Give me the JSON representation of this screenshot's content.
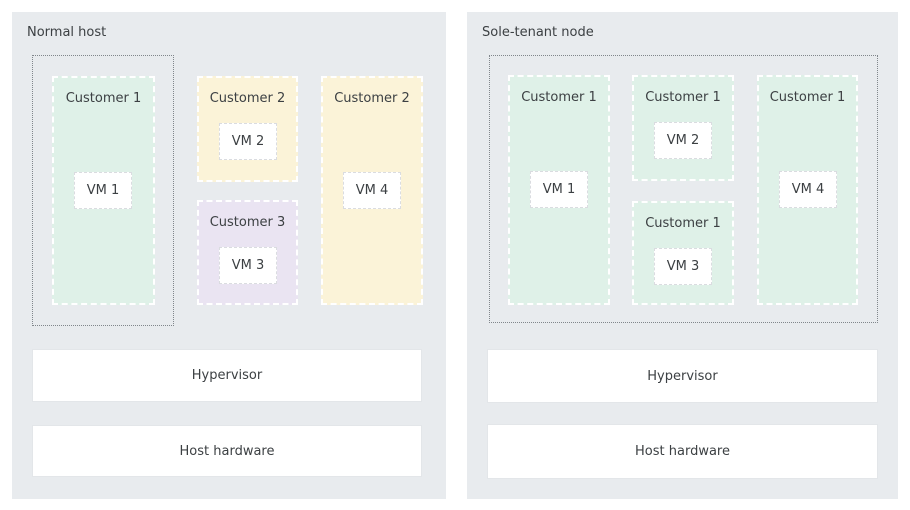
{
  "diagram": {
    "colors": {
      "panel_bg": "#E8EBEE",
      "customer_green": "#DFF1E8",
      "customer_yellow": "#FBF3D8",
      "customer_purple": "#EAE4F2",
      "vm_bg": "#FFFFFF",
      "dotted_border": "#80868B",
      "text": "#3C4043"
    },
    "panels": [
      {
        "title": "Normal host",
        "customers": [
          {
            "label": "Customer 1",
            "tenant_color": "green",
            "vms": [
              "VM 1"
            ]
          },
          {
            "label": "Customer 2",
            "tenant_color": "yellow",
            "vms": [
              "VM 2"
            ]
          },
          {
            "label": "Customer 3",
            "tenant_color": "purple",
            "vms": [
              "VM 3"
            ]
          },
          {
            "label": "Customer 2",
            "tenant_color": "yellow",
            "vms": [
              "VM 4"
            ]
          }
        ],
        "hypervisor": "Hypervisor",
        "hardware": "Host hardware"
      },
      {
        "title": "Sole-tenant node",
        "customers": [
          {
            "label": "Customer 1",
            "tenant_color": "green",
            "vms": [
              "VM 1"
            ]
          },
          {
            "label": "Customer 1",
            "tenant_color": "green",
            "vms": [
              "VM 2"
            ]
          },
          {
            "label": "Customer 1",
            "tenant_color": "green",
            "vms": [
              "VM 3"
            ]
          },
          {
            "label": "Customer 1",
            "tenant_color": "green",
            "vms": [
              "VM 4"
            ]
          }
        ],
        "hypervisor": "Hypervisor",
        "hardware": "Host hardware"
      }
    ]
  }
}
